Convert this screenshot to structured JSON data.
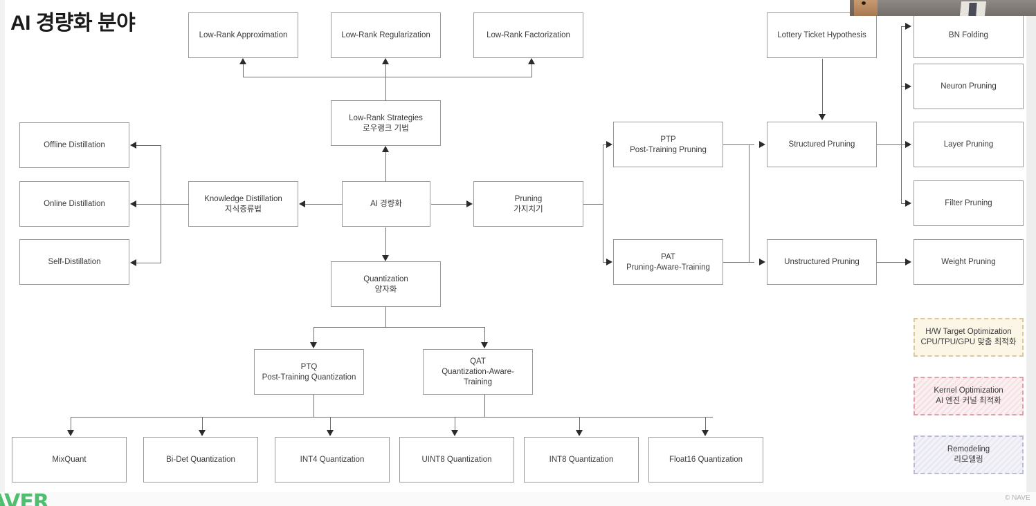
{
  "slide": {
    "title": "AI 경량화 분야",
    "footer_logo": "AVER",
    "copyright": "© NAVE"
  },
  "nodes": {
    "low_rank_approximation": {
      "line1": "Low-Rank Approximation"
    },
    "low_rank_regularization": {
      "line1": "Low-Rank Regularization"
    },
    "low_rank_factorization": {
      "line1": "Low-Rank Factorization"
    },
    "lottery_ticket_hypothesis": {
      "line1": "Lottery Ticket Hypothesis"
    },
    "bn_folding": {
      "line1": "BN Folding"
    },
    "neuron_pruning": {
      "line1": "Neuron Pruning"
    },
    "layer_pruning": {
      "line1": "Layer Pruning"
    },
    "filter_pruning": {
      "line1": "Filter Pruning"
    },
    "weight_pruning": {
      "line1": "Weight Pruning"
    },
    "low_rank_strategies": {
      "line1": "Low-Rank Strategies",
      "line2": "로우랭크 기법"
    },
    "offline_distillation": {
      "line1": "Offline Distillation"
    },
    "online_distillation": {
      "line1": "Online Distillation"
    },
    "self_distillation": {
      "line1": "Self-Distillation"
    },
    "knowledge_distillation": {
      "line1": "Knowledge Distillation",
      "line2": "지식증류법"
    },
    "ai_lightweight": {
      "line1": "AI 경량화"
    },
    "pruning": {
      "line1": "Pruning",
      "line2": "가지치기"
    },
    "ptp": {
      "line1": "PTP",
      "line2": "Post-Training Pruning"
    },
    "pat": {
      "line1": "PAT",
      "line2": "Pruning-Aware-Training"
    },
    "structured_pruning": {
      "line1": "Structured Pruning"
    },
    "unstructured_pruning": {
      "line1": "Unstructured Pruning"
    },
    "quantization": {
      "line1": "Quantization",
      "line2": "양자화"
    },
    "ptq": {
      "line1": "PTQ",
      "line2": "Post-Training Quantization"
    },
    "qat": {
      "line1": "QAT",
      "line2": "Quantization-Aware-",
      "line3": "Training"
    },
    "mixquant": {
      "line1": "MixQuant"
    },
    "bidet_quantization": {
      "line1": "Bi-Det Quantization"
    },
    "int4_quantization": {
      "line1": "INT4 Quantization"
    },
    "uint8_quantization": {
      "line1": "UINT8 Quantization"
    },
    "int8_quantization": {
      "line1": "INT8 Quantization"
    },
    "float16_quantization": {
      "line1": "Float16 Quantization"
    }
  },
  "legend_boxes": {
    "hw_target_optimization": {
      "line1": "H/W Target Optimization",
      "line2": "CPU/TPU/GPU 맞춤 최적화",
      "fill": "#fbf6e6",
      "border": "#d8c89a"
    },
    "kernel_optimization": {
      "line1": "Kernel Optimization",
      "line2": "AI 엔진 커널 최적화",
      "fill": "#fbeff1",
      "border": "#e0a0a8"
    },
    "remodeling": {
      "line1": "Remodeling",
      "line2": "리모델링",
      "fill": "#f2f2f8",
      "border": "#b9bcd4"
    }
  },
  "colors": {
    "box_border": "#9a9a9a",
    "connector": "#6d6d6d",
    "text": "#3a3a3a",
    "title": "#1a1a1a",
    "naver_green": "#4fbe6e"
  }
}
